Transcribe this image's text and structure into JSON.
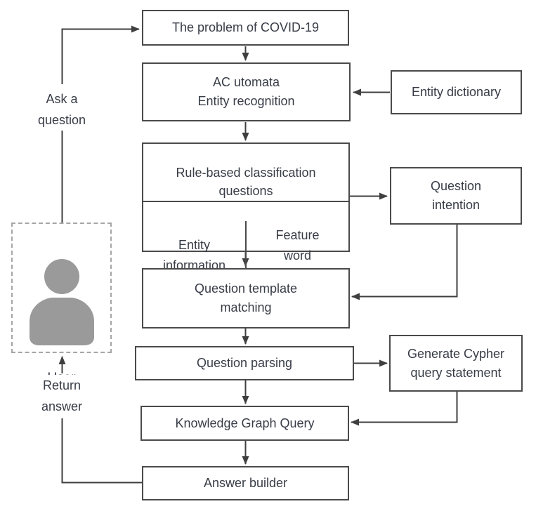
{
  "figure": "Flowchart of a COVID-19 knowledge-graph question answering system",
  "colors": {
    "box_border": "#4a4a4a",
    "connector_line": "#3f3f3f",
    "text": "#373c46",
    "user_icon_gray": "#9a9a9a",
    "user_box_dashed_border": "#a6a6a6",
    "background": "#ffffff"
  },
  "nodes": {
    "problem": {
      "label": "The problem of COVID-19"
    },
    "ac_automata": {
      "label": "AC utomata\nEntity recognition"
    },
    "entity_dictionary": {
      "label": "Entity dictionary"
    },
    "rule_based": {
      "header": "Rule-based classification\nquestions",
      "left_cell": "Entity\ninformation",
      "right_cell": "Feature\nword\ndictionary"
    },
    "question_intention": {
      "label": "Question\nintention"
    },
    "question_template": {
      "label": "Question template\nmatching"
    },
    "question_parsing": {
      "label": "Question parsing"
    },
    "generate_cypher": {
      "label": "Generate Cypher\nquery statement"
    },
    "knowledge_graph_query": {
      "label": "Knowledge Graph Query"
    },
    "answer_builder": {
      "label": "Answer builder"
    },
    "user": {
      "label": "User"
    }
  },
  "edge_labels": {
    "ask": "Ask a\nquestion",
    "return": "Return\nanswer"
  }
}
